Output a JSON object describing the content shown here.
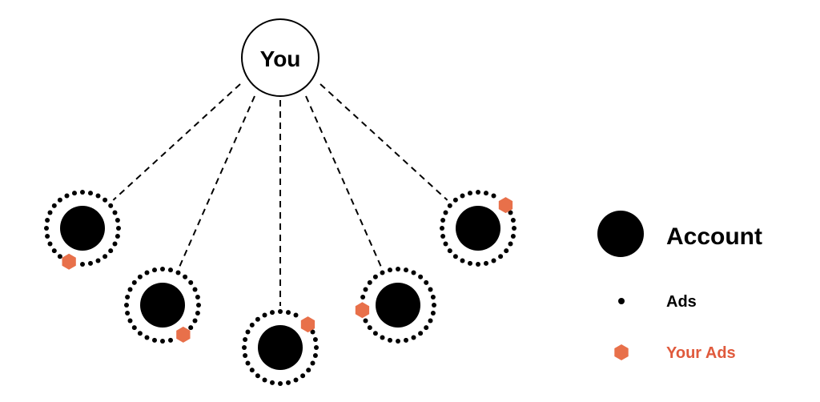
{
  "root": {
    "label": "You"
  },
  "accounts": [
    {
      "your_ad": "bottom-left"
    },
    {
      "your_ad": "bottom-right"
    },
    {
      "your_ad": "top-right"
    },
    {
      "your_ad": "left"
    },
    {
      "your_ad": "top-right"
    }
  ],
  "legend": {
    "account_label": "Account",
    "ads_label": "Ads",
    "your_ads_label": "Your Ads"
  },
  "colors": {
    "node": "#000000",
    "your_ad": "#E8704A",
    "your_ads_text": "#E05A3C",
    "line": "#000000"
  },
  "icons": {
    "account": "filled-circle-icon",
    "ad": "dot-icon",
    "your_ad": "hexagon-icon"
  }
}
